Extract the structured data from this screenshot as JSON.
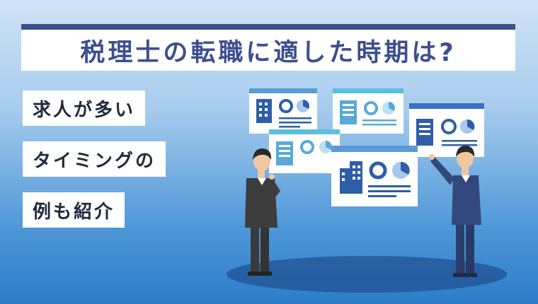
{
  "title": "税理士の転職に適した時期は?",
  "subtitle_lines": [
    "求人が多い",
    "タイミングの",
    "例も紹介"
  ],
  "icons": [
    "building-icon",
    "pie-chart-icon",
    "man-thinking",
    "man-pointing"
  ],
  "colors": {
    "title_text": "#3c4f8e",
    "title_bar": "#3c4f8e",
    "background_top": "#cfe3f5",
    "background_bottom": "#2b7cc8",
    "panel_header": "#5b9bd5",
    "chart_blue": "#2e5ea8"
  }
}
